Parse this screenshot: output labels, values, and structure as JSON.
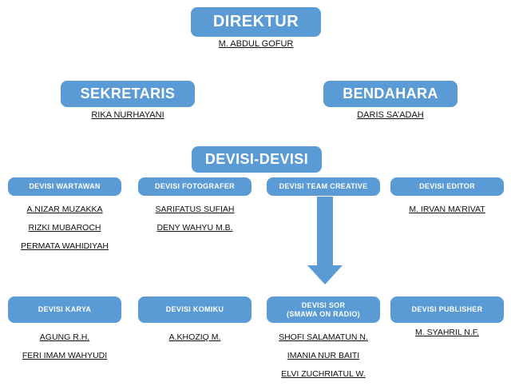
{
  "chart_title": "DIREKTUR",
  "colors": {
    "node_fill": "#5B9BD5",
    "node_text": "#FFFFFF",
    "person_text": "#111111",
    "background": "#FFFFFF",
    "arrow": "#5B9BD5"
  },
  "top": {
    "direktur": {
      "label": "DIREKTUR",
      "person": "M. ABDUL GOFUR"
    },
    "sekretaris": {
      "label": "SEKRETARIS",
      "person": "RIKA NURHAYANI"
    },
    "bendahara": {
      "label": "BENDAHARA",
      "person": "DARIS SA’ADAH"
    },
    "divisi_header": {
      "label": "DEVISI-DEVISI"
    }
  },
  "row1": {
    "wartawan": {
      "label": "DEVISI WARTAWAN",
      "members": [
        "A.NIZAR MUZAKKA",
        "RIZKI MUBAROCH",
        "PERMATA WAHIDIYAH"
      ]
    },
    "fotografer": {
      "label": "DEVISI FOTOGRAFER",
      "members": [
        "SARIFATUS SUFIAH",
        "DENY WAHYU M.B."
      ]
    },
    "team_creative": {
      "label": "DEVISI TEAM CREATIVE",
      "members": []
    },
    "editor": {
      "label": "DEVISI EDITOR",
      "members": [
        "M. IRVAN MA’RIVAT"
      ]
    }
  },
  "row2": {
    "karya": {
      "label": "DEVISI KARYA",
      "members": [
        "AGUNG R.H.",
        "FERI IMAM WAHYUDI"
      ]
    },
    "komiku": {
      "label": "DEVISI KOMIKU",
      "members": [
        "A.KHOZIQ M."
      ]
    },
    "sor": {
      "label": "DEVISI SOR",
      "sublabel": "(SMAWA ON RADIO)",
      "members": [
        "SHOFI SALAMATUN N.",
        "IMANIA NUR BAITI",
        "ELVI ZUCHRIATUL W."
      ]
    },
    "publisher": {
      "label": "DEVISI PUBLISHER",
      "members": [
        "M. SYAHRIL N.F."
      ]
    }
  },
  "connector": {
    "name": "down-arrow-team-creative-to-sor"
  }
}
